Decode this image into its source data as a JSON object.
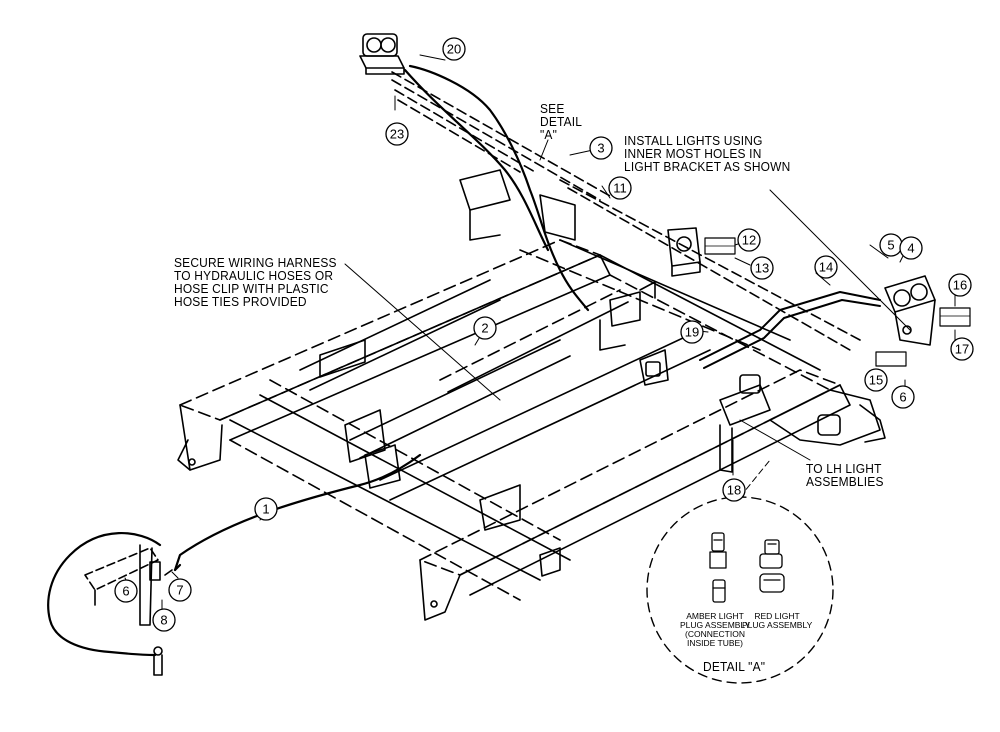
{
  "notes": {
    "see_detail": "SEE\nDETAIL\n\"A\"",
    "install_lights": "INSTALL LIGHTS USING\nINNER MOST HOLES IN\nLIGHT BRACKET AS SHOWN",
    "secure_wiring": "SECURE WIRING HARNESS\nTO HYDRAULIC HOSES OR\nHOSE CLIP WITH PLASTIC\nHOSE TIES PROVIDED",
    "to_lh_light": "TO LH LIGHT\nASSEMBLIES"
  },
  "detail": {
    "title": "DETAIL \"A\"",
    "amber_label": "AMBER LIGHT\nPLUG ASSEMBLY\n(CONNECTION\nINSIDE TUBE)",
    "red_label": "RED LIGHT\nPLUG ASSEMBLY"
  },
  "callouts": [
    "20",
    "23",
    "3",
    "11",
    "12",
    "13",
    "5",
    "4",
    "14",
    "16",
    "17",
    "15",
    "6",
    "19",
    "2",
    "18",
    "1",
    "6",
    "7",
    "8"
  ],
  "callout_style": {
    "stroke": "#000000",
    "fill": "#ffffff"
  }
}
